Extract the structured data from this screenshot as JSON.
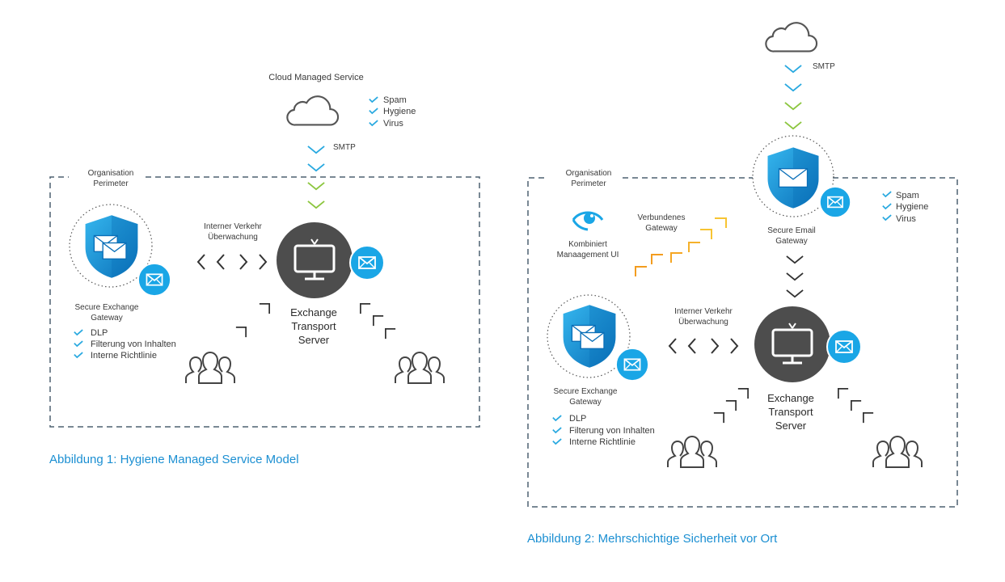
{
  "colors": {
    "blue": "#1aa6e6",
    "dark_blue": "#0a6fb8",
    "green": "#8cc63f",
    "cyan_check": "#29a9e0",
    "gray_dark": "#4d4d4d",
    "orange": "#f39c1f",
    "yellow": "#f7c433"
  },
  "diagram1": {
    "cloud_label": "Cloud Managed Service",
    "cloud_checks": [
      "Spam",
      "Hygiene",
      "Virus"
    ],
    "smtp_label": "SMTP",
    "perimeter_label": [
      "Organisation",
      "Perimeter"
    ],
    "traffic_label": [
      "Interner Verkehr",
      "Überwachung"
    ],
    "server_label": [
      "Exchange",
      "Transport",
      "Server"
    ],
    "gateway_label": [
      "Secure Exchange",
      "Gateway"
    ],
    "gateway_checks": [
      "DLP",
      "Filterung von Inhalten",
      "Interne Richtlinie"
    ],
    "caption": "Abbildung 1: Hygiene Managed Service Model"
  },
  "diagram2": {
    "smtp_label": "SMTP",
    "perimeter_label": [
      "Organisation",
      "Perimeter"
    ],
    "email_gateway_label": [
      "Secure Email",
      "Gateway"
    ],
    "email_gateway_checks": [
      "Spam",
      "Hygiene",
      "Virus"
    ],
    "management_label": [
      "Kombiniert",
      "Manaagement UI"
    ],
    "connected_gateway_label": [
      "Verbundenes",
      "Gateway"
    ],
    "traffic_label": [
      "Interner Verkehr",
      "Überwachung"
    ],
    "server_label": [
      "Exchange",
      "Transport",
      "Server"
    ],
    "gateway_label": [
      "Secure Exchange",
      "Gateway"
    ],
    "gateway_checks": [
      "DLP",
      "Filterung von Inhalten",
      "Interne Richtlinie"
    ],
    "caption": "Abbildung 2: Mehrschichtige Sicherheit vor Ort"
  }
}
